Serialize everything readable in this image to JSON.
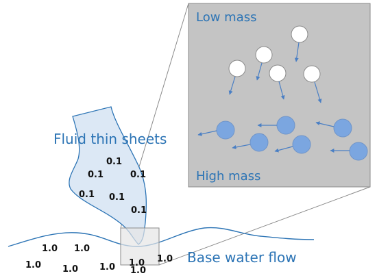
{
  "labels": {
    "low_mass": "Low mass",
    "high_mass": "High mass",
    "fluid_thin_sheets": "Fluid thin sheets",
    "base_water_flow": "Base water flow"
  },
  "sheet_values": [
    "0.1",
    "0.1",
    "0.1",
    "0.1",
    "0.1",
    "0.1"
  ],
  "base_values": [
    "1.0",
    "1.0",
    "1.0",
    "1.0",
    "1.0",
    "1.0",
    "1.0",
    "1.0"
  ],
  "colors": {
    "label_blue": "#2c74b5",
    "panel_gray": "#c4c4c4",
    "sheet_fill": "#dce8f5",
    "heavy_particle": "#7ba6e0",
    "light_particle": "#ffffff",
    "arrow": "#4a7fc4"
  }
}
